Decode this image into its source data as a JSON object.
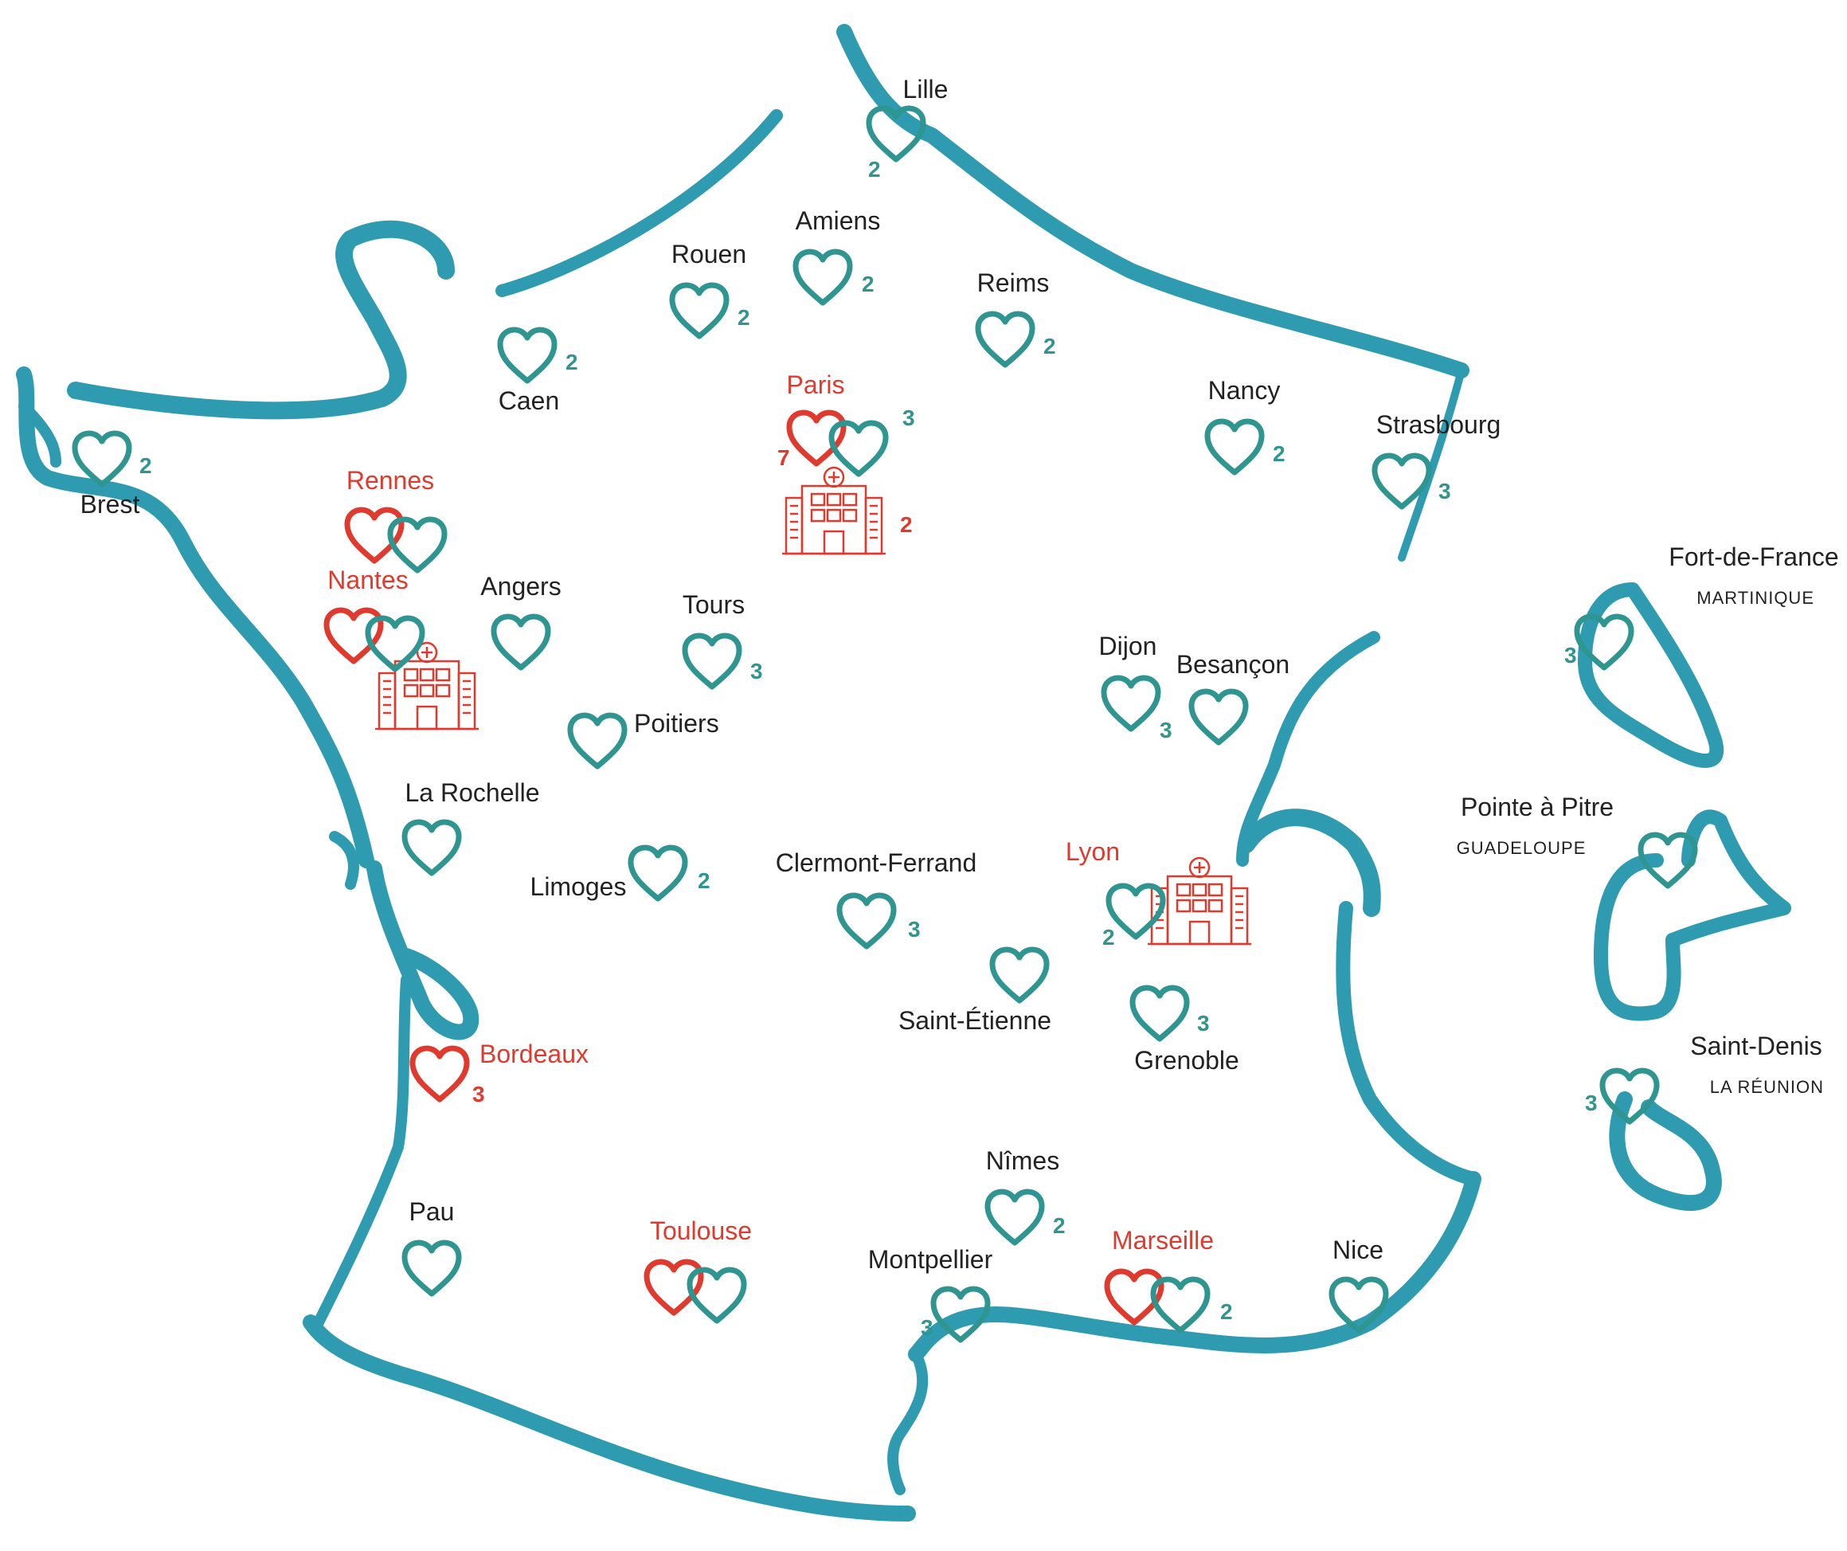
{
  "colors": {
    "outline": "#2e9bb0",
    "teal": "#2e9590",
    "red": "#e03a2e",
    "text": "#222222"
  },
  "legend_meaning": {
    "teal_heart": "teal-heart-icon",
    "red_heart": "red-heart-icon",
    "hospital": "hospital-icon"
  },
  "cities": [
    {
      "id": "lille",
      "name": "Lille",
      "color": "text",
      "count": "2"
    },
    {
      "id": "amiens",
      "name": "Amiens",
      "color": "text",
      "count": "2"
    },
    {
      "id": "rouen",
      "name": "Rouen",
      "color": "text",
      "count": "2"
    },
    {
      "id": "reims",
      "name": "Reims",
      "color": "text",
      "count": "2"
    },
    {
      "id": "caen",
      "name": "Caen",
      "color": "text",
      "count": "2"
    },
    {
      "id": "paris",
      "name": "Paris",
      "color": "red",
      "count": "3",
      "red_count": "7",
      "hospital_count": "2"
    },
    {
      "id": "nancy",
      "name": "Nancy",
      "color": "text",
      "count": "2"
    },
    {
      "id": "strasbourg",
      "name": "Strasbourg",
      "color": "text",
      "count": "3"
    },
    {
      "id": "brest",
      "name": "Brest",
      "color": "text",
      "count": "2"
    },
    {
      "id": "rennes",
      "name": "Rennes",
      "color": "red",
      "count": ""
    },
    {
      "id": "nantes",
      "name": "Nantes",
      "color": "red",
      "count": ""
    },
    {
      "id": "angers",
      "name": "Angers",
      "color": "text",
      "count": ""
    },
    {
      "id": "tours",
      "name": "Tours",
      "color": "text",
      "count": "3"
    },
    {
      "id": "poitiers",
      "name": "Poitiers",
      "color": "text",
      "count": ""
    },
    {
      "id": "dijon",
      "name": "Dijon",
      "color": "text",
      "count": "3"
    },
    {
      "id": "besancon",
      "name": "Besançon",
      "color": "text",
      "count": ""
    },
    {
      "id": "la-rochelle",
      "name": "La Rochelle",
      "color": "text",
      "count": ""
    },
    {
      "id": "limoges",
      "name": "Limoges",
      "color": "text",
      "count": "2"
    },
    {
      "id": "clermont-ferrand",
      "name": "Clermont-Ferrand",
      "color": "text",
      "count": "3"
    },
    {
      "id": "lyon",
      "name": "Lyon",
      "color": "red",
      "count": "2"
    },
    {
      "id": "saint-etienne",
      "name": "Saint-Étienne",
      "color": "text",
      "count": ""
    },
    {
      "id": "grenoble",
      "name": "Grenoble",
      "color": "text",
      "count": "3"
    },
    {
      "id": "bordeaux",
      "name": "Bordeaux",
      "color": "red",
      "count": "3"
    },
    {
      "id": "nimes",
      "name": "Nîmes",
      "color": "text",
      "count": "2"
    },
    {
      "id": "pau",
      "name": "Pau",
      "color": "text",
      "count": ""
    },
    {
      "id": "toulouse",
      "name": "Toulouse",
      "color": "red",
      "count": ""
    },
    {
      "id": "montpellier",
      "name": "Montpellier",
      "color": "text",
      "count": "3"
    },
    {
      "id": "marseille",
      "name": "Marseille",
      "color": "red",
      "count": "2"
    },
    {
      "id": "nice",
      "name": "Nice",
      "color": "text",
      "count": ""
    },
    {
      "id": "fort-de-france",
      "name": "Fort-de-France",
      "region": "MARTINIQUE",
      "color": "text",
      "count": "3"
    },
    {
      "id": "pointe-a-pitre",
      "name": "Pointe à Pitre",
      "region": "GUADELOUPE",
      "color": "text",
      "count": ""
    },
    {
      "id": "saint-denis",
      "name": "Saint-Denis",
      "region": "LA RÉUNION",
      "color": "text",
      "count": "3"
    }
  ]
}
